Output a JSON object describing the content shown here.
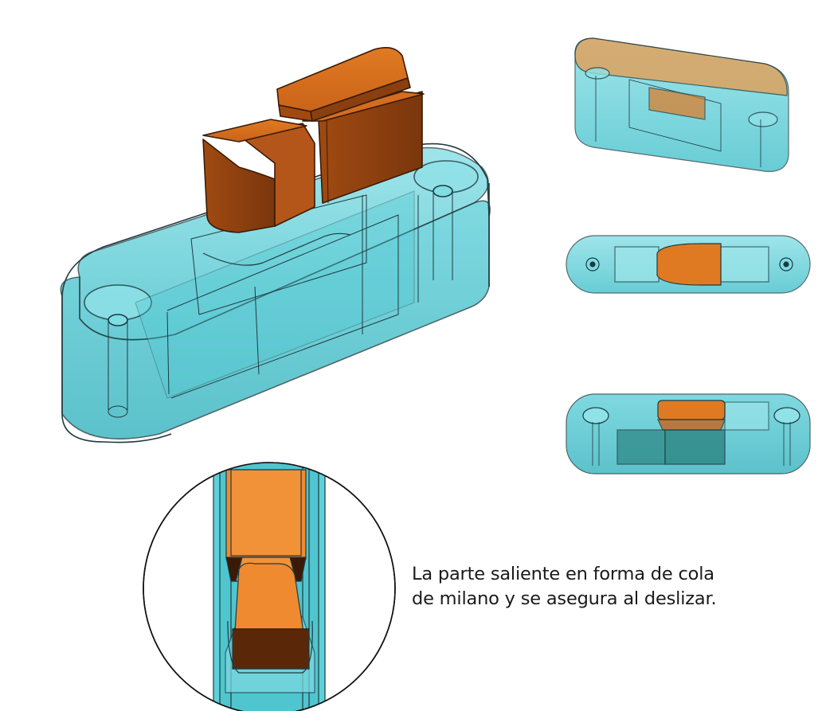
{
  "caption": {
    "line1": "La parte saliente en forma de cola",
    "line2": "de milano y se asegura al deslizar."
  },
  "colors": {
    "transparent_body": "#39c1cc",
    "body_edge": "#1f3a40",
    "slider": "#e07a22",
    "slider_dark": "#8a3f10",
    "background": "#ffffff"
  },
  "views": [
    "isometric-assembly-view",
    "isometric-small-view",
    "top-view",
    "front-view",
    "detail-circle-view"
  ]
}
